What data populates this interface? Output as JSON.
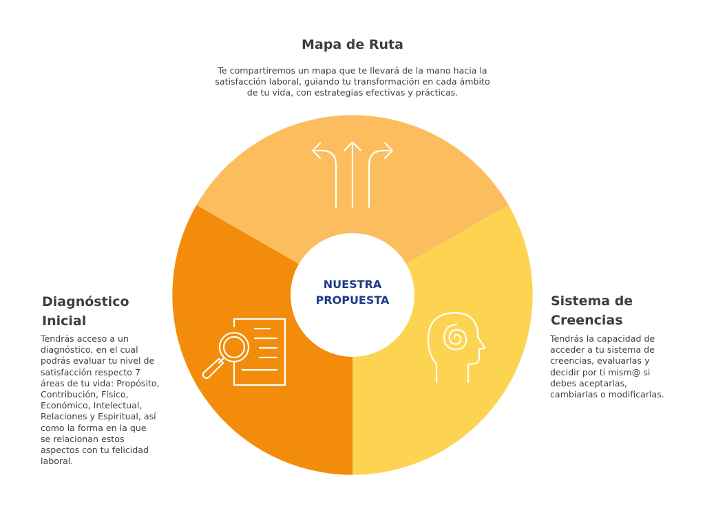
{
  "center": {
    "label": "NUESTRA\nPROPUESTA"
  },
  "segments": [
    {
      "title": "Mapa de Ruta",
      "text": "Te compartiremos un mapa que te llevará de la mano hacia la\nsatisfacción laboral, guiando tu transformación en cada ámbito\nde tu vida, con estrategias efectivas y prácticas.",
      "icon": "branching-arrows-icon",
      "color": "#FCBD5E"
    },
    {
      "title": "Diagnóstico\nInicial",
      "text": "Tendrás acceso a un\ndiagnóstico, en el cual\npodrás evaluar tu nivel de\nsatisfacción respecto 7\náreas de tu vida: Propósito,\nContribución, Físico,\nEconómico, Intelectual,\nRelaciones y Espiritual, así\ncomo la forma en la que\nse relacionan estos\naspectos con tu felicidad\nlaboral.",
      "icon": "document-magnifier-icon",
      "color": "#F28C0A"
    },
    {
      "title": "Sistema de\nCreencias",
      "text": "Tendrás la capacidad de\nacceder a tu sistema de\ncreencias, evaluarlas y\ndecidir por ti mism@ si\ndebes aceptarlas,\ncambiarlas o modificarlas.",
      "icon": "head-spiral-icon",
      "color": "#FDD452"
    }
  ]
}
